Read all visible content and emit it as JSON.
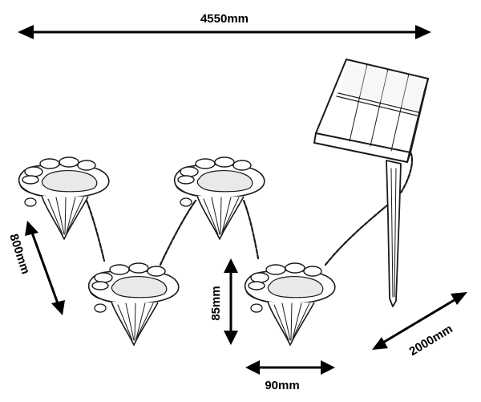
{
  "dimensions": {
    "total_length": "4550mm",
    "light_spacing": "800mm",
    "light_height": "85mm",
    "light_width": "90mm",
    "panel_cable": "2000mm"
  },
  "colors": {
    "ink": "#1a1a1a",
    "background": "#ffffff"
  },
  "lights": [
    {
      "id": "paw-light-1"
    },
    {
      "id": "paw-light-2"
    },
    {
      "id": "paw-light-3"
    },
    {
      "id": "paw-light-4"
    }
  ]
}
